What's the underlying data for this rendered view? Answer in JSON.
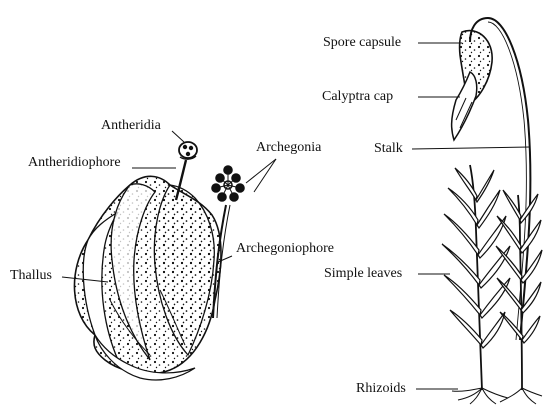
{
  "labels": {
    "antheridia": "Antheridia",
    "antheridiophore": "Antheridiophore",
    "archegonia": "Archegonia",
    "archegoniophore": "Archegoniophore",
    "thallus": "Thallus",
    "spore_capsule": "Spore capsule",
    "calyptra_cap": "Calyptra cap",
    "stalk": "Stalk",
    "simple_leaves": "Simple leaves",
    "rhizoids": "Rhizoids"
  },
  "colors": {
    "ink": "#111111",
    "background": "#ffffff"
  }
}
